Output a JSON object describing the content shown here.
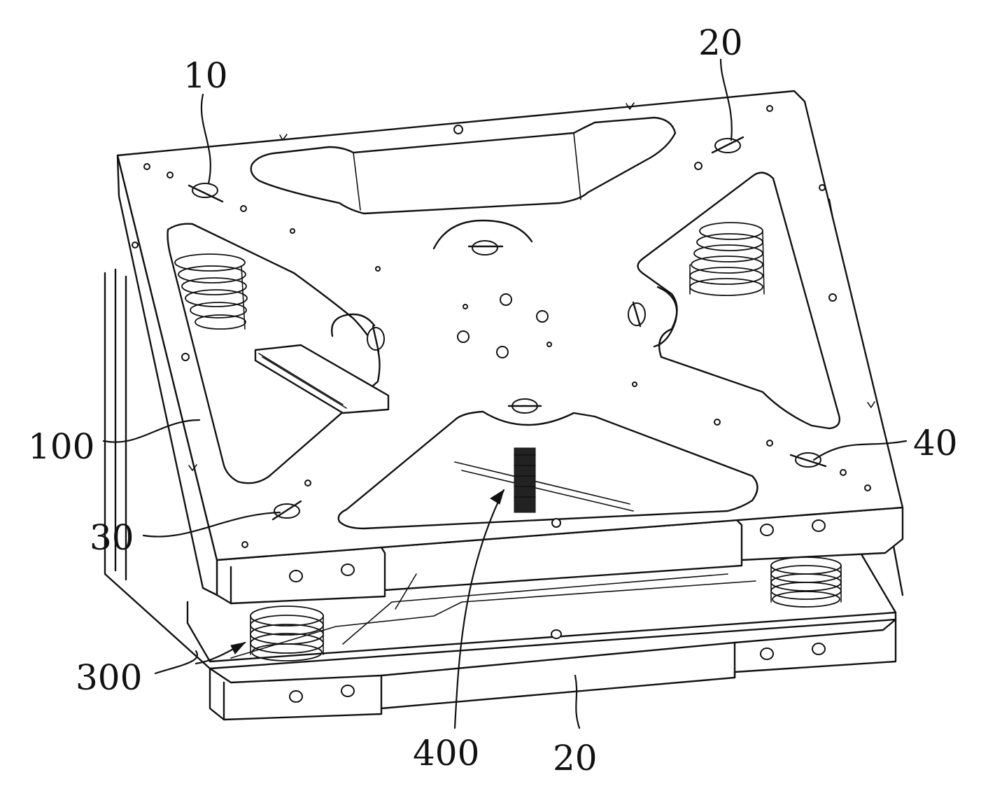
{
  "figure": {
    "labels": [
      {
        "id": "label-10",
        "text": "10"
      },
      {
        "id": "label-20-top",
        "text": "20"
      },
      {
        "id": "label-100",
        "text": "100"
      },
      {
        "id": "label-40",
        "text": "40"
      },
      {
        "id": "label-30",
        "text": "30"
      },
      {
        "id": "label-300",
        "text": "300"
      },
      {
        "id": "label-400",
        "text": "400"
      },
      {
        "id": "label-20-bottom",
        "text": "20"
      }
    ]
  }
}
